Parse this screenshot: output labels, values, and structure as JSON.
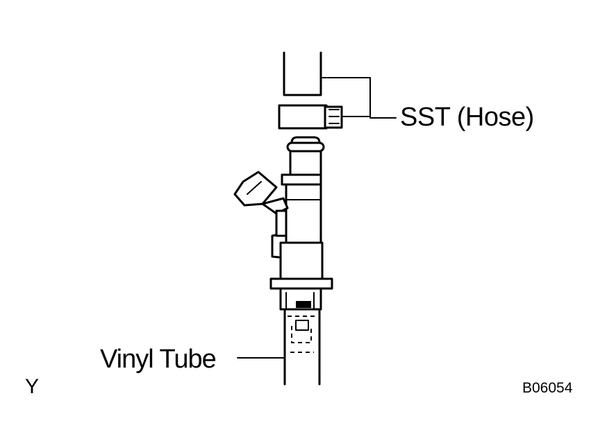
{
  "labels": {
    "sst_hose": "SST (Hose)",
    "vinyl_tube": "Vinyl Tube",
    "view_mark": "Y",
    "figure_code": "B06054"
  },
  "colors": {
    "line": "#000000",
    "background": "#ffffff"
  }
}
